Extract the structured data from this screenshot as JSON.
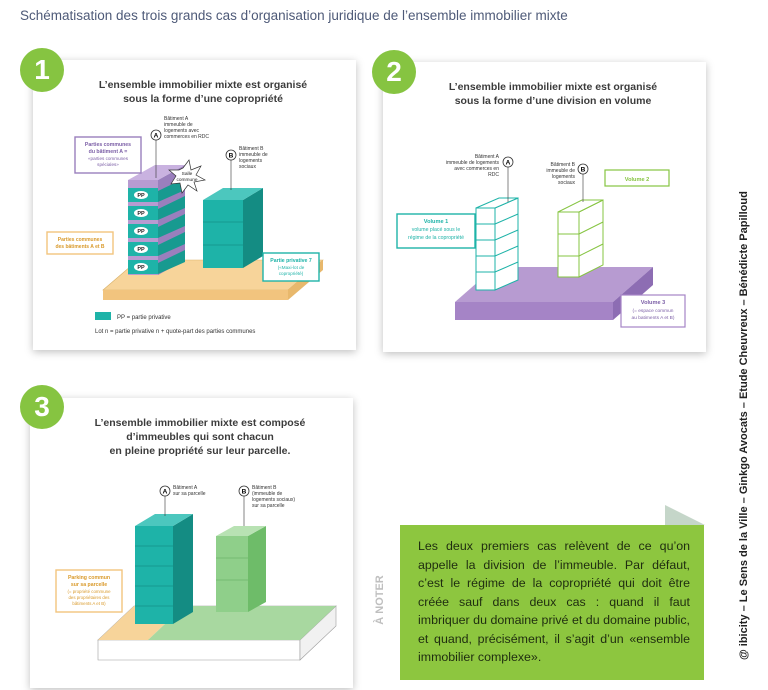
{
  "page": {
    "title": "Schématisation des trois grands cas d’organisation juridique de l’ensemble immobilier mixte",
    "credit": "@ ibicity – Le Sens de la Ville – Ginkgo Avocats – Etude Cheuvreux – Bénédicte Papilloud"
  },
  "colors": {
    "green": "#86c441",
    "teal": "#1eb3a8",
    "purple": "#b79bd1",
    "sand": "#f7d49a",
    "mint": "#a8d8a0"
  },
  "cases": [
    {
      "number": "1",
      "title_line1": "L’ensemble immobilier mixte est organisé",
      "title_line2": "sous la forme d’une copropriété",
      "labels": {
        "marker_a": "A",
        "building_a": [
          "Bâtiment A",
          "immeuble de",
          "logements avec",
          "commerces en RDC"
        ],
        "marker_b": "B",
        "building_b": [
          "Bâtiment B",
          "immeuble de",
          "logements",
          "sociaux"
        ],
        "common_a": [
          "Parties communes",
          "du bâtiment A =",
          "«parties communes",
          "spéciales»"
        ],
        "salle": [
          "Salle",
          "commune"
        ],
        "common_ab": [
          "Parties communes",
          "des bâtiments A et B"
        ],
        "private7": [
          "Partie privative 7",
          "(«Maxi-lot de",
          "copropriété)"
        ],
        "pp": "PP",
        "legend": "PP = partie privative",
        "lot": "Lot n = partie privative n + quote-part des parties communes"
      }
    },
    {
      "number": "2",
      "title_line1": "L’ensemble immobilier mixte est organisé",
      "title_line2": "sous la forme d’une division en volume",
      "labels": {
        "marker_a": "A",
        "building_a": [
          "Bâtiment A",
          "immeuble de logements",
          "avec commerces en",
          "RDC"
        ],
        "marker_b": "B",
        "building_b": [
          "Bâtiment B",
          "immeuble de",
          "logements",
          "sociaux"
        ],
        "volume1": [
          "Volume 1",
          "volume placé sous le",
          "régime de la copropriété"
        ],
        "volume2": "Volume 2",
        "volume3": [
          "Volume 3",
          "(= espace commun",
          "au batiments A et B)"
        ]
      }
    },
    {
      "number": "3",
      "title_line1": "L’ensemble immobilier mixte est composé",
      "title_line2": "d’immeubles qui sont chacun",
      "title_line3": "en pleine propriété sur leur parcelle.",
      "labels": {
        "marker_a": "A",
        "building_a": [
          "Bâtiment A",
          "sur sa parcelle"
        ],
        "marker_b": "B",
        "building_b": [
          "Bâtiment B",
          "(immeuble de",
          "logements sociaux)",
          "sur sa parcelle"
        ],
        "parking": [
          "Parking commun",
          "sur sa parcelle",
          "(= propriété commune",
          "des propriétaires des",
          "bâtiments A et B)"
        ]
      }
    }
  ],
  "note": {
    "tag": "À NOTER",
    "text": "Les deux premiers cas relèvent de ce qu’on appelle la division de l’immeuble. Par défaut, c’est le régime de la copropriété qui doit être créée sauf dans deux cas : quand il faut imbriquer du domaine privé et du domaine public, et quand, précisément, il s’agit d’un «ensemble immobilier complexe»."
  }
}
